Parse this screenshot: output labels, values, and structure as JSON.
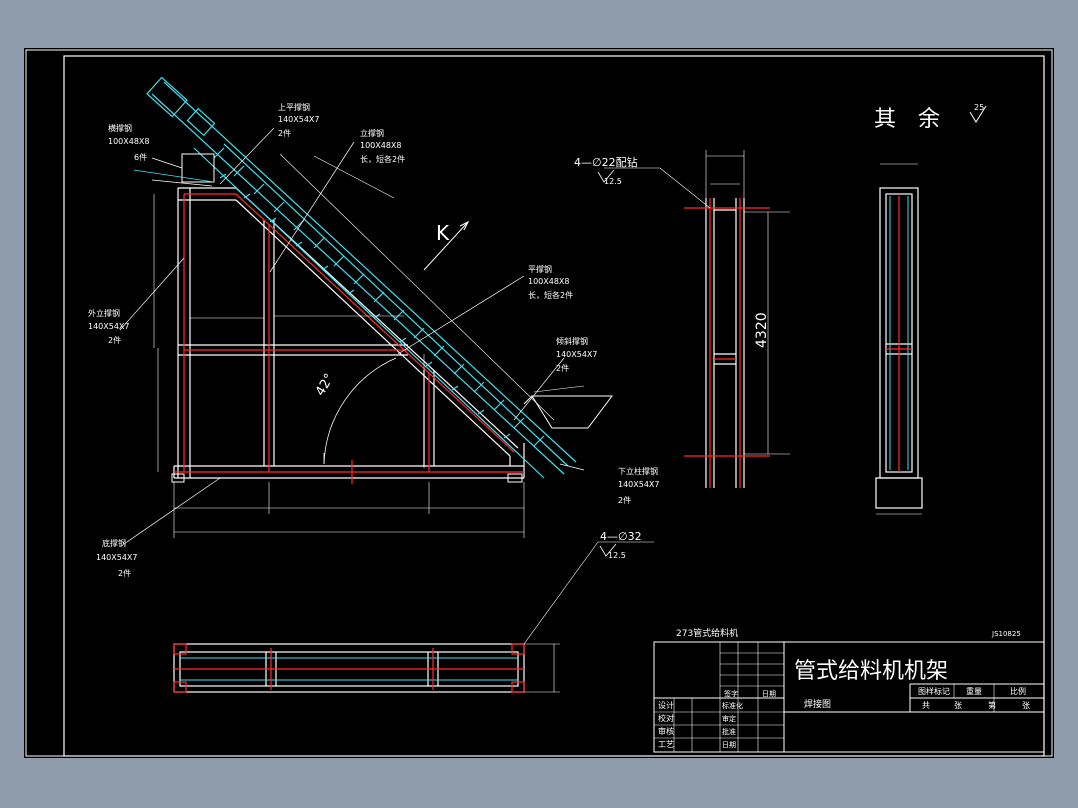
{
  "drawing": {
    "views": {
      "front": {
        "labels": {
          "fan_steel": "横撑钢",
          "fan_steel_spec": "100X48X8",
          "fan_steel_qty": "6件",
          "top_flat": "上平撑钢",
          "top_flat_spec": "140X54X7",
          "top_flat_qty": "2件",
          "vertical": "立撑钢",
          "vertical_spec": "100X48X8",
          "vertical_qty": "长，短各2件",
          "outer_col": "外立撑钢",
          "outer_col_spec": "140X54X7",
          "outer_col_qty": "2件",
          "flat": "平撑钢",
          "flat_spec": "100X48X8",
          "flat_qty": "长，短各2件",
          "slope": "倾斜撑钢",
          "slope_spec": "140X54X7",
          "slope_qty": "2件",
          "lower_col": "下立柱撑钢",
          "lower_col_spec": "140X54X7",
          "lower_col_qty": "2件",
          "bottom": "底撑钢",
          "bottom_spec": "140X54X7",
          "bottom_qty": "2件",
          "angle": "42°",
          "view_letter": "K"
        }
      },
      "side": {
        "hole_note": "4—∅22配钻",
        "hole_roughness": "12.5",
        "height_dim": "4320"
      },
      "bottom": {
        "hole_note": "4—∅32",
        "hole_roughness": "12.5"
      },
      "remaining_roughness": "其　余",
      "remaining_value": "25"
    },
    "title_block": {
      "project": "273管式给料机",
      "drawing_no": "JS10825",
      "title": "管式给料机机架",
      "subtitle": "焊接图",
      "col_headers": [
        "图样标记",
        "重量",
        "比例"
      ],
      "sheet_labels": [
        "共",
        "张",
        "第",
        "张"
      ],
      "sign_headers": [
        "签字",
        "日期"
      ],
      "roles": [
        "设计",
        "校对",
        "审核",
        "工艺"
      ],
      "role_extra": [
        "标准化",
        "审定",
        "批准",
        "日期"
      ]
    }
  }
}
